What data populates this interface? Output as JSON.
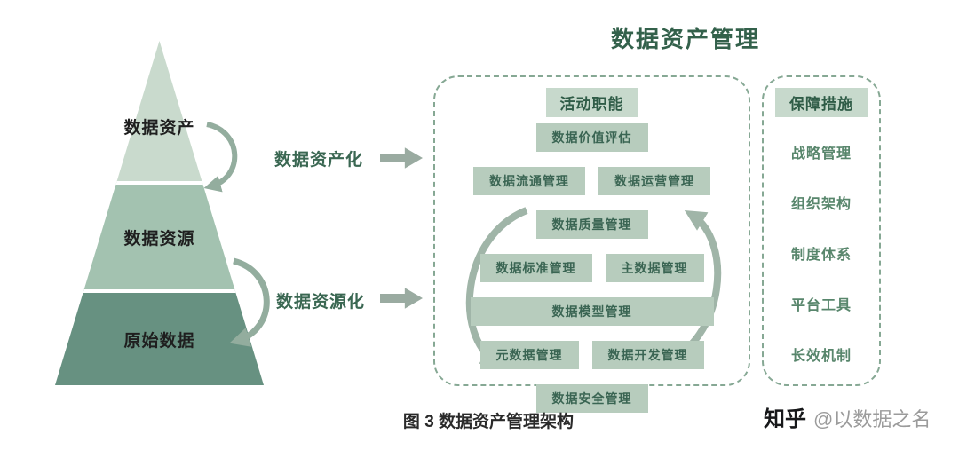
{
  "title": "数据资产管理",
  "caption": "图 3 数据资产管理架构",
  "watermark": {
    "brand": "知乎",
    "handle": "@以数据之名"
  },
  "pyramid": {
    "layers": [
      "数据资产",
      "数据资源",
      "原始数据"
    ],
    "layer_colors": [
      "#c9dacd",
      "#a3c2b0",
      "#679181"
    ]
  },
  "transforms": [
    "数据资产化",
    "数据资源化"
  ],
  "activity": {
    "title": "活动职能",
    "rows": [
      [
        "数据价值评估"
      ],
      [
        "数据流通管理",
        "数据运营管理"
      ],
      [
        "数据质量管理"
      ],
      [
        "数据标准管理",
        "主数据管理"
      ],
      [
        "数据模型管理"
      ],
      [
        "元数据管理",
        "数据开发管理"
      ],
      [
        "数据安全管理"
      ]
    ]
  },
  "safeguard": {
    "title": "保障措施",
    "items": [
      "战略管理",
      "组织架构",
      "制度体系",
      "平台工具",
      "长效机制"
    ]
  },
  "colors": {
    "accent_dark_green": "#33614b",
    "chip_bg": "#b7ccbd",
    "chip_text": "#3a6553",
    "dashed_border": "#86a894",
    "arrow_gray": "#9aaba1"
  }
}
